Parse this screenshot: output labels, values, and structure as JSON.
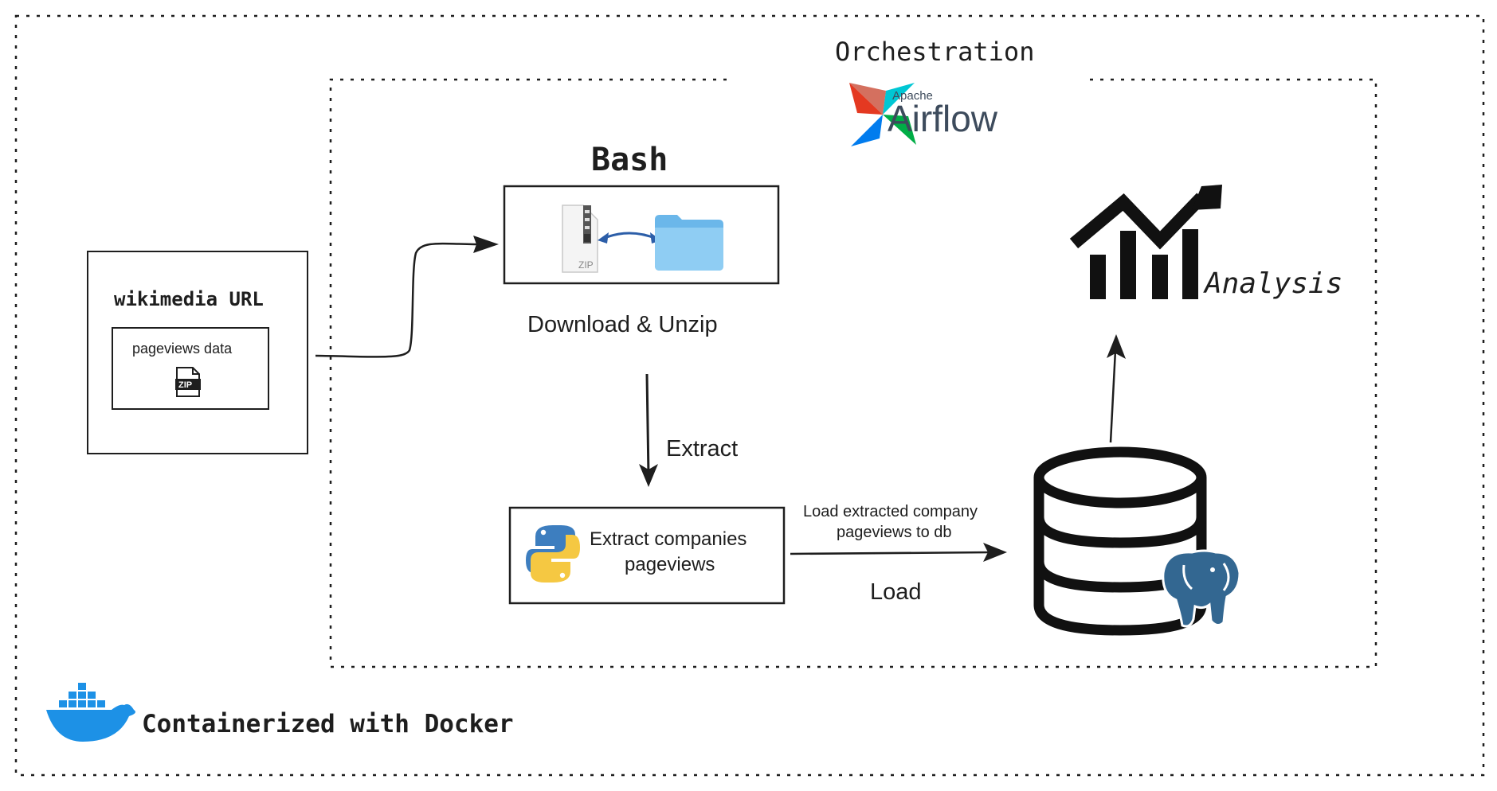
{
  "orchestration": {
    "title": "Orchestration",
    "airflow_small": "Apache",
    "airflow_big": "Airflow"
  },
  "source": {
    "title": "wikimedia URL",
    "inner_label": "pageviews data",
    "zip_label": "ZIP"
  },
  "bash": {
    "title": "Bash",
    "zip_label": "ZIP",
    "caption": "Download & Unzip"
  },
  "extract": {
    "arrow_label": "Extract",
    "box_label_line1": "Extract companies",
    "box_label_line2": "pageviews"
  },
  "load": {
    "note_line1": "Load extracted company",
    "note_line2": "pageviews to db",
    "arrow_label": "Load"
  },
  "analysis": {
    "label": "Analysis"
  },
  "docker": {
    "label": "Containerized with Docker"
  },
  "colors": {
    "ink": "#1e1e1e",
    "python_blue": "#3d7ebf",
    "python_yellow": "#f5c842",
    "docker_blue": "#1d91e6",
    "postgres_blue": "#336791",
    "folder_blue": "#7fc3ee",
    "airflow_red": "#e43921",
    "airflow_teal": "#00c7d4",
    "airflow_green": "#00ad46",
    "airflow_blue": "#017cee"
  }
}
